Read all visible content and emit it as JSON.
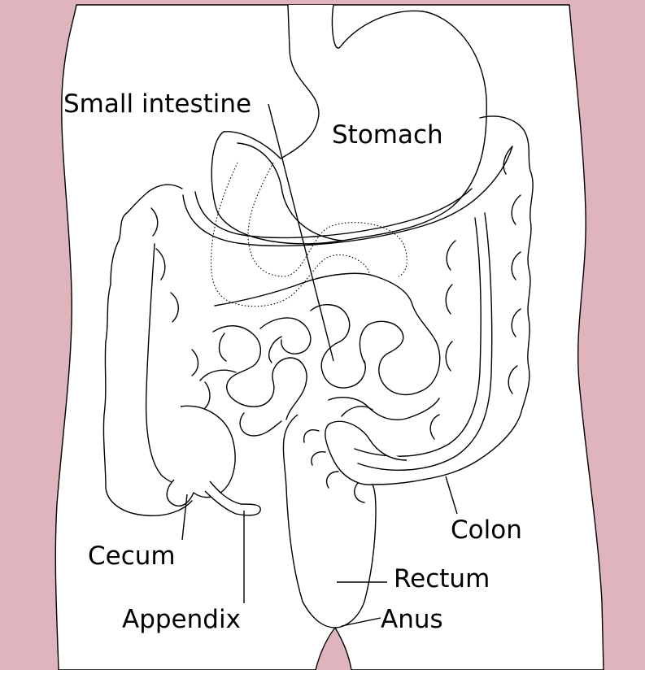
{
  "diagram": {
    "labels": {
      "small_intestine": "Small intestine",
      "stomach": "Stomach",
      "cecum": "Cecum",
      "appendix": "Appendix",
      "colon": "Colon",
      "rectum": "Rectum",
      "anus": "Anus"
    },
    "colors": {
      "skin": "#e0b4bd",
      "body": "#ffffff",
      "outline": "#000000"
    }
  }
}
